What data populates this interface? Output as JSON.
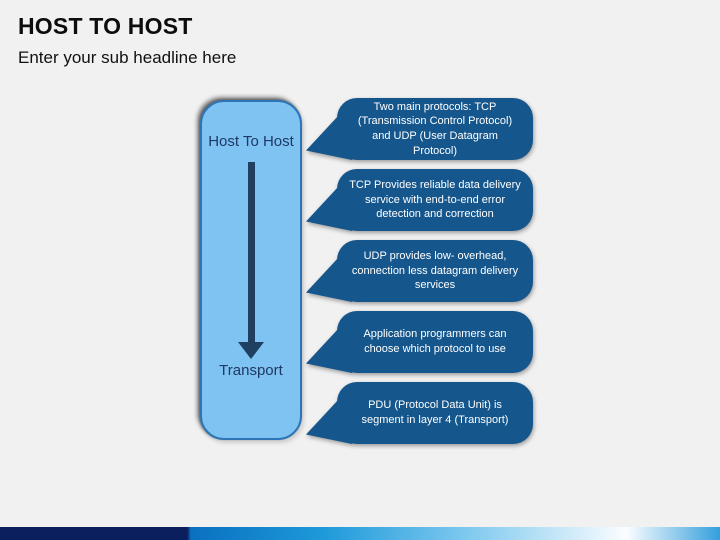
{
  "header": {
    "title": "HOST TO HOST",
    "subtitle": "Enter your sub headline here"
  },
  "diagram": {
    "box": {
      "top_label": "Host To Host",
      "bottom_label": "Transport",
      "arrow_icon": "down-arrow-icon"
    },
    "bubbles": [
      {
        "text": "Two main protocols: TCP (Transmission Control Protocol) and UDP (User Datagram Protocol)"
      },
      {
        "text": "TCP Provides reliable data delivery service with end-to-end error detection and correction"
      },
      {
        "text": "UDP provides low- overhead, connection less datagram delivery services"
      },
      {
        "text": "Application programmers can choose which protocol to use"
      },
      {
        "text": "PDU (Protocol Data Unit) is segment in layer 4 (Transport)"
      }
    ]
  },
  "colors": {
    "background": "#F1F1F1",
    "box_fill": "#7EC3F2",
    "box_border": "#2E75B6",
    "box_text": "#1F3864",
    "arrow": "#1F4060",
    "bubble_fill": "#15568C",
    "bubble_text": "#FFFFFF",
    "footer_navy": "#0B1F5E",
    "footer_blue": "#0C86D0",
    "title_text": "#0D0D0D"
  }
}
